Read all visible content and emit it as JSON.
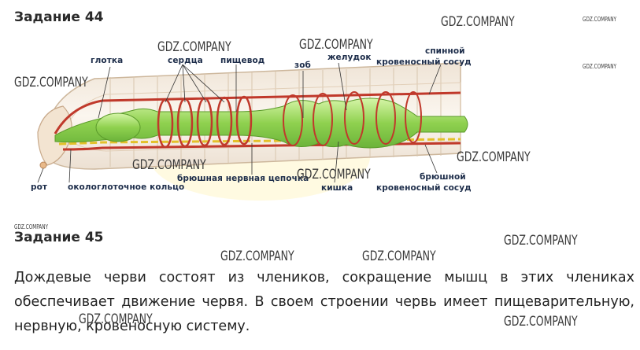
{
  "task44": {
    "title": "Задание 44"
  },
  "task45": {
    "title": "Задание 45",
    "text_lines": [
      "Дождевые черви состоят из члеников, сокращение мышц в этих члениках",
      "обеспечивает движение червя. В своем строении червь имеет пищеварительную,",
      "нервную, кровеносную систему."
    ]
  },
  "diagram": {
    "labels": {
      "glotka": "глотка",
      "serdtsa": "сердца",
      "pishchevod": "пищевод",
      "zob": "зоб",
      "zheludok": "желудок",
      "spinnoy_1": "спинной",
      "spinnoy_2": "кровеносный сосуд",
      "rot": "рот",
      "okologlotochnoe": "окологлоточное кольцо",
      "nervnaya": "брюшная нервная цепочка",
      "kishka": "кишка",
      "bryushnoy_1": "брюшной",
      "bryushnoy_2": "кровеносный сосуд"
    },
    "colors": {
      "body_outline": "#d9c7b0",
      "body_fill": "#f6ece1",
      "gut": "#8fd14f",
      "gut_light": "#c7f09a",
      "vessel": "#c0392b",
      "nerve": "#e3c12a",
      "leader": "#333333"
    }
  },
  "watermarks": {
    "text": "GDZ.COMPANY"
  }
}
